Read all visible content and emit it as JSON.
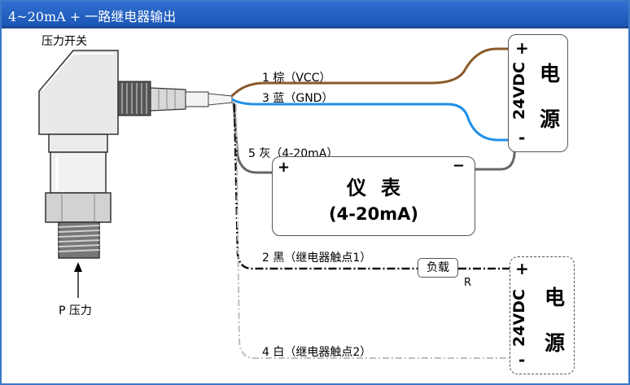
{
  "header": {
    "title": "4~20mA + 一路继电器输出"
  },
  "sensor": {
    "label": "压力开关",
    "pressure_label": "P 压力"
  },
  "wires": {
    "brown": {
      "label": "1 棕（VCC）",
      "color": "#8a5a2a"
    },
    "blue": {
      "label": "3 蓝（GND）",
      "color": "#1e8fe8"
    },
    "gray": {
      "label": "5 灰（4-20mA）",
      "color": "#666666"
    },
    "black": {
      "label": "2 黑（继电器触点1）",
      "color": "#111111"
    },
    "white": {
      "label": "4 白（继电器触点2）",
      "color": "#b9c0c8"
    }
  },
  "power_supply_1": {
    "voltage": "24VDC",
    "name_top": "电",
    "name_bottom": "源",
    "plus": "+",
    "minus": "-"
  },
  "power_supply_2": {
    "voltage": "24VDC",
    "name_top": "电",
    "name_bottom": "源",
    "plus": "+",
    "minus": "-"
  },
  "meter": {
    "name": "仪表",
    "range": "(4-20mA)",
    "plus": "+",
    "minus": "−"
  },
  "load": {
    "label": "负载",
    "resistor": "R"
  }
}
